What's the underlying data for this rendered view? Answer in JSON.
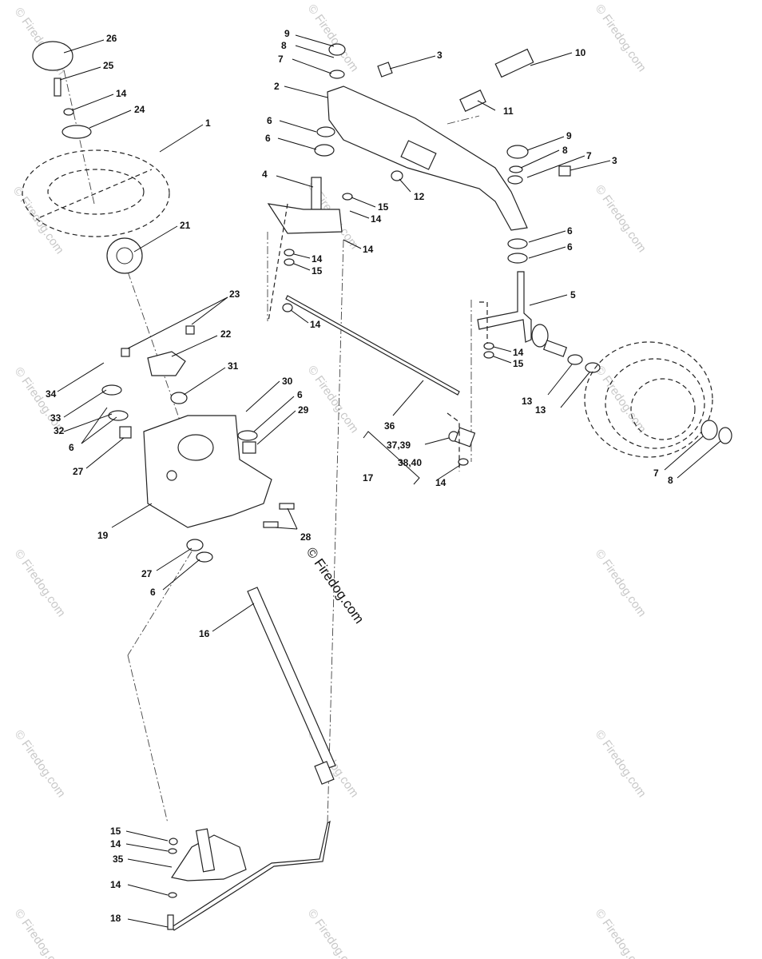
{
  "watermark": "© Firedog.com",
  "callouts": [
    {
      "id": "c26",
      "label": "26"
    },
    {
      "id": "c25",
      "label": "25"
    },
    {
      "id": "c14a",
      "label": "14"
    },
    {
      "id": "c24",
      "label": "24"
    },
    {
      "id": "c1",
      "label": "1"
    },
    {
      "id": "c21",
      "label": "21"
    },
    {
      "id": "c23",
      "label": "23"
    },
    {
      "id": "c22",
      "label": "22"
    },
    {
      "id": "c31",
      "label": "31"
    },
    {
      "id": "c34",
      "label": "34"
    },
    {
      "id": "c33",
      "label": "33"
    },
    {
      "id": "c32",
      "label": "32"
    },
    {
      "id": "c6a",
      "label": "6"
    },
    {
      "id": "c27a",
      "label": "27"
    },
    {
      "id": "c30",
      "label": "30"
    },
    {
      "id": "c6b",
      "label": "6"
    },
    {
      "id": "c29",
      "label": "29"
    },
    {
      "id": "c19",
      "label": "19"
    },
    {
      "id": "c28",
      "label": "28"
    },
    {
      "id": "c27b",
      "label": "27"
    },
    {
      "id": "c6c",
      "label": "6"
    },
    {
      "id": "c16",
      "label": "16"
    },
    {
      "id": "c15a",
      "label": "15"
    },
    {
      "id": "c14b",
      "label": "14"
    },
    {
      "id": "c35",
      "label": "35"
    },
    {
      "id": "c14c",
      "label": "14"
    },
    {
      "id": "c18",
      "label": "18"
    },
    {
      "id": "c9a",
      "label": "9"
    },
    {
      "id": "c8a",
      "label": "8"
    },
    {
      "id": "c7a",
      "label": "7"
    },
    {
      "id": "c3a",
      "label": "3"
    },
    {
      "id": "c10",
      "label": "10"
    },
    {
      "id": "c2",
      "label": "2"
    },
    {
      "id": "c11",
      "label": "11"
    },
    {
      "id": "c6d",
      "label": "6"
    },
    {
      "id": "c6e",
      "label": "6"
    },
    {
      "id": "c9b",
      "label": "9"
    },
    {
      "id": "c8b",
      "label": "8"
    },
    {
      "id": "c7b",
      "label": "7"
    },
    {
      "id": "c3b",
      "label": "3"
    },
    {
      "id": "c4",
      "label": "4"
    },
    {
      "id": "c12",
      "label": "12"
    },
    {
      "id": "c15b",
      "label": "15"
    },
    {
      "id": "c14d",
      "label": "14"
    },
    {
      "id": "c14e",
      "label": "14"
    },
    {
      "id": "c14f",
      "label": "14"
    },
    {
      "id": "c15c",
      "label": "15"
    },
    {
      "id": "c6f",
      "label": "6"
    },
    {
      "id": "c6g",
      "label": "6"
    },
    {
      "id": "c14g",
      "label": "14"
    },
    {
      "id": "c5",
      "label": "5"
    },
    {
      "id": "c14h",
      "label": "14"
    },
    {
      "id": "c15d",
      "label": "15"
    },
    {
      "id": "c13a",
      "label": "13"
    },
    {
      "id": "c13b",
      "label": "13"
    },
    {
      "id": "c36",
      "label": "36"
    },
    {
      "id": "c3739",
      "label": "37,39"
    },
    {
      "id": "c3840",
      "label": "38,40"
    },
    {
      "id": "c17",
      "label": "17"
    },
    {
      "id": "c14i",
      "label": "14"
    },
    {
      "id": "c7c",
      "label": "7"
    },
    {
      "id": "c8c",
      "label": "8"
    }
  ]
}
